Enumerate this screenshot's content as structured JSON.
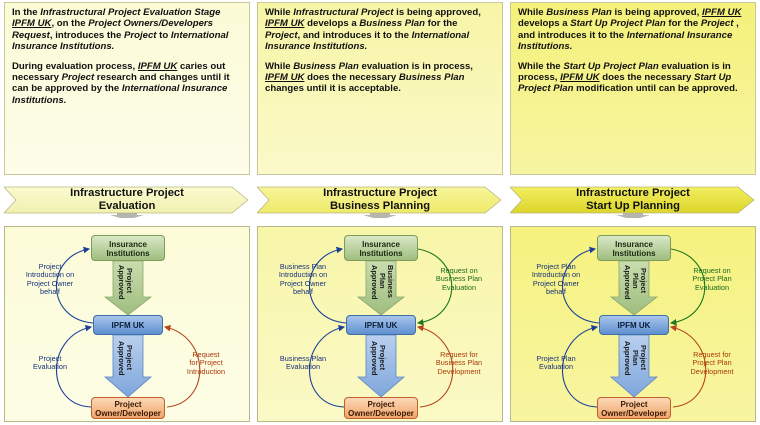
{
  "columns": [
    {
      "text": {
        "p1": [
          {
            "t": "In the "
          },
          {
            "t": "Infrastructural Project Evaluation Stage",
            "i": true
          },
          {
            "t": " "
          },
          {
            "t": "IPFM UK",
            "i": true,
            "u": true
          },
          {
            "t": ", on the "
          },
          {
            "t": "Project Owners/Developers Request",
            "i": true
          },
          {
            "t": ", introduces the "
          },
          {
            "t": "Project",
            "i": true
          },
          {
            "t": " to "
          },
          {
            "t": "International Insurance Institutions.",
            "i": true
          }
        ],
        "p2": [
          {
            "t": "During evaluation process, "
          },
          {
            "t": "IPFM UK",
            "i": true,
            "u": true
          },
          {
            "t": " caries out necessary "
          },
          {
            "t": "Project",
            "i": true
          },
          {
            "t": " research and changes until it can be approved by the "
          },
          {
            "t": "International Insurance Institutions.",
            "i": true
          }
        ]
      },
      "stage_title_1": "Infrastructure Project",
      "stage_title_2": "Evaluation",
      "insurance": "Insurance\nInstitutions",
      "ipfm": "IPFM UK",
      "owner": "Project\nOwner/Developer",
      "arrow_up_label": "Project\nApproved",
      "arrow_down_label": "Project\nApproved",
      "left_top": "Project\nIntroduction on\nProject Owner\nbehalf",
      "left_bottom": "Project\nEvaluation",
      "right_top": "",
      "right_bottom": "Request\nfor Project\nIntroduction"
    },
    {
      "text": {
        "p1": [
          {
            "t": "While "
          },
          {
            "t": "Infrastructural Project",
            "i": true
          },
          {
            "t": " is being approved, "
          },
          {
            "t": "IPFM UK",
            "i": true,
            "u": true
          },
          {
            "t": " develops a "
          },
          {
            "t": "Business Plan",
            "i": true
          },
          {
            "t": " for the "
          },
          {
            "t": "Project",
            "i": true
          },
          {
            "t": ", and introduces  it to the "
          },
          {
            "t": "International Insurance Institutions.",
            "i": true
          }
        ],
        "p2": [
          {
            "t": "While "
          },
          {
            "t": "Business Plan",
            "i": true
          },
          {
            "t": " evaluation is in process, "
          },
          {
            "t": "IPFM UK",
            "i": true,
            "u": true
          },
          {
            "t": " does the necessary "
          },
          {
            "t": "Business Plan",
            "i": true
          },
          {
            "t": " changes until it is acceptable."
          }
        ]
      },
      "stage_title_1": "Infrastructure Project",
      "stage_title_2": "Business Planning",
      "insurance": "Insurance\nInstitutions",
      "ipfm": "IPFM UK",
      "owner": "Project\nOwner/Developer",
      "arrow_up_label": "Business Plan\nApproved",
      "arrow_down_label": "Project\nApproved",
      "left_top": "Business Plan\nIntroduction on\nProject Owner\nbehalf",
      "left_bottom": "Business Plan\nEvaluation",
      "right_top": "Request on\nBusiness Plan\nEvaluation",
      "right_bottom": "Request for\nBusiness Plan\nDevelopment"
    },
    {
      "text": {
        "p1": [
          {
            "t": "While "
          },
          {
            "t": "Business Plan",
            "i": true
          },
          {
            "t": " is being approved, "
          },
          {
            "t": "IPFM UK",
            "i": true,
            "u": true
          },
          {
            "t": " develops  a "
          },
          {
            "t": "Start Up Project Plan",
            "i": true
          },
          {
            "t": " for the "
          },
          {
            "t": "Project",
            "i": true
          },
          {
            "t": " , and introduces it to the "
          },
          {
            "t": "International Insurance Institutions.",
            "i": true
          }
        ],
        "p2": [
          {
            "t": "While the "
          },
          {
            "t": "Start Up Project Plan",
            "i": true
          },
          {
            "t": " evaluation is in process, "
          },
          {
            "t": "IPFM UK",
            "i": true,
            "u": true
          },
          {
            "t": " does the necessary "
          },
          {
            "t": "Start Up Project Plan",
            "i": true
          },
          {
            "t": " modification until can be approved."
          }
        ]
      },
      "stage_title_1": "Infrastructure Project",
      "stage_title_2": "Start Up Planning",
      "insurance": "Insurance\nInstitutions",
      "ipfm": "IPFM UK",
      "owner": "Project\nOwner/Developer",
      "arrow_up_label": "Project Plan\nApproved",
      "arrow_down_label": "Project Plan\nApproved",
      "left_top": "Project Plan\nIntroduction on\nProject Owner\nbehalf",
      "left_bottom": "Project Plan\nEvaluation",
      "right_top": "Request on\nProject Plan\nEvaluation",
      "right_bottom": "Request for\nProject Plan\nDevelopment"
    }
  ],
  "colors": {
    "blue_text": "#15307a",
    "green_text": "#1b6a1b",
    "red_text": "#a8380a",
    "insurance_box": "#9fbe7f",
    "ipfm_box": "#5f8fcf",
    "owner_box": "#f2a46a"
  }
}
